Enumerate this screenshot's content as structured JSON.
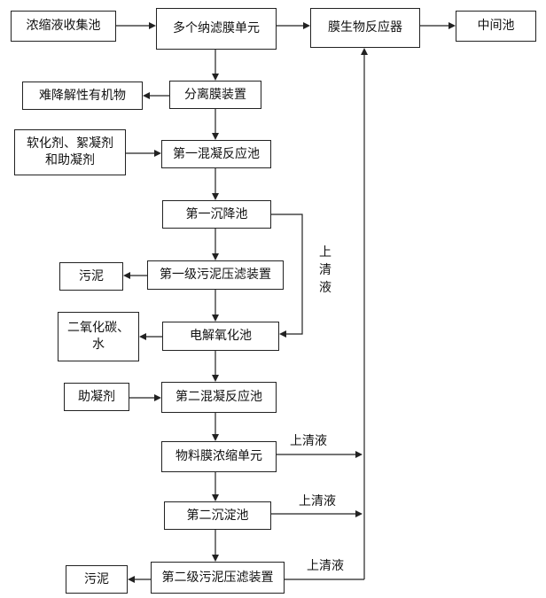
{
  "nodes": {
    "collect": "浓缩液收集池",
    "nf_unit": "多个纳滤膜单元",
    "mbr": "膜生物反应器",
    "middle_pool": "中间池",
    "refractory": "难降解性有机物",
    "sep_membrane": "分离膜装置",
    "softener": "软化剂、絮凝剂\n和助凝剂",
    "mix1": "第一混凝反应池",
    "sed1": "第一沉降池",
    "sludge1": "污泥",
    "press1": "第一级污泥压滤装置",
    "co2": "二氧化碳、\n水",
    "electro": "电解氧化池",
    "coagulant": "助凝剂",
    "mix2": "第二混凝反应池",
    "mat_membrane": "物料膜浓缩单元",
    "sed2": "第二沉淀池",
    "sludge2": "污泥",
    "press2": "第二级污泥压滤装置"
  },
  "labels": {
    "supernatant_vertical": [
      "上",
      "清",
      "液"
    ],
    "supernatant1": "上清液",
    "supernatant2": "上清液",
    "supernatant3": "上清液"
  }
}
